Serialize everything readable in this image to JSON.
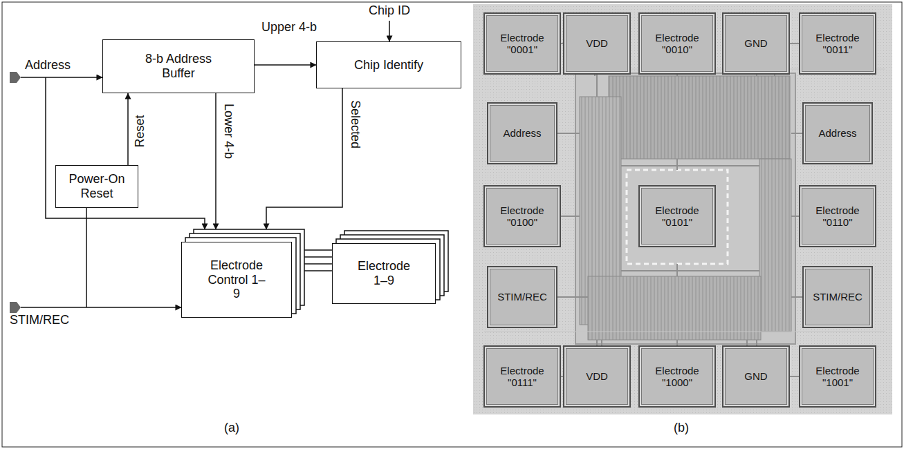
{
  "diagram": {
    "nodes": [
      {
        "text": [
          "8-b Address Buffer"
        ]
      },
      {
        "text": [
          "Chip Identify"
        ]
      },
      {
        "text": [
          "Power-On Reset"
        ]
      },
      {
        "text": [
          "Electrode Control 1–9"
        ]
      },
      {
        "text": [
          "Electrode 1–9"
        ]
      },
      {
        "text": [
          "Electrode \"0001\""
        ]
      },
      {
        "text": [
          "VDD"
        ]
      },
      {
        "text": [
          "Electrode \"0010\""
        ]
      },
      {
        "text": [
          "GND"
        ]
      },
      {
        "text": [
          "Electrode \"0011\""
        ]
      },
      {
        "text": [
          "Address"
        ]
      },
      {
        "text": [
          "Address"
        ]
      },
      {
        "text": [
          "Electrode \"0100\""
        ]
      },
      {
        "text": [
          "Electrode \"0101\""
        ]
      },
      {
        "text": [
          "Electrode \"0110\""
        ]
      },
      {
        "text": [
          "STIM/REC"
        ]
      },
      {
        "text": [
          "STIM/REC"
        ]
      },
      {
        "text": [
          "Electrode \"0111\""
        ]
      },
      {
        "text": [
          "VDD"
        ]
      },
      {
        "text": [
          "Electrode \"1000\""
        ]
      },
      {
        "text": [
          "GND"
        ]
      },
      {
        "text": [
          "Electrode \"1001\""
        ]
      }
    ],
    "edges": [
      {
        "from": 0,
        "to": 1,
        "arrow": "to",
        "label": "Upper 4-b"
      },
      {
        "from": 0,
        "to": 3,
        "arrow": "to",
        "label": "Lower 4-b"
      },
      {
        "from": 1,
        "to": 3,
        "arrow": "to",
        "label": "Selected"
      },
      {
        "from": 2,
        "to": 0,
        "arrow": "to",
        "label": "Reset"
      },
      {
        "from": 3,
        "to": 4,
        "arrow": "none"
      }
    ],
    "labels": [
      "Address",
      "Chip ID",
      "STIM/REC",
      "(a)",
      "(b)"
    ]
  }
}
